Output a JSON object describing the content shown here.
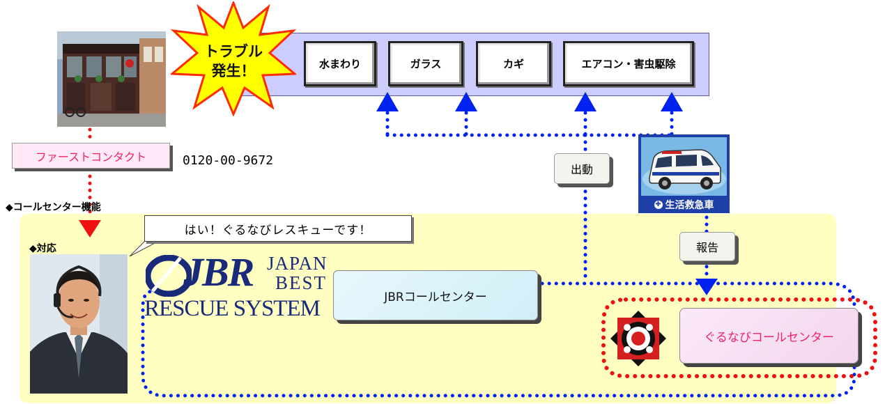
{
  "trouble_badge": {
    "line1": "トラブル",
    "line2": "発生！"
  },
  "categories": [
    {
      "label": "水まわり"
    },
    {
      "label": "ガラス"
    },
    {
      "label": "カギ"
    },
    {
      "label": "エアコン・害虫駆除"
    }
  ],
  "first_contact": {
    "label": "ファーストコンタクト",
    "phone": "0120-00-9672"
  },
  "call_center_heading": "◆コールセンター機能",
  "response_heading": "◆対応",
  "speech_bubble": "はい！ぐるなびレスキューです！",
  "logo": {
    "main": "JBR",
    "line1": "JAPAN",
    "line2": "BEST",
    "line3": "RESCUE SYSTEM"
  },
  "jbr_center": "JBRコールセンター",
  "gurunavi_center": "ぐるなびコールセンター",
  "dispatch_label": "出動",
  "report_label": "報告",
  "van_sign": "生活救急車",
  "colors": {
    "panel_lavender": "#ccccff",
    "star_yellow": "#ffff00",
    "zone_yellow": "#ffffc2",
    "arrow_blue": "#0022ee",
    "arrow_red": "#ee1111",
    "pink_text": "#ee2266",
    "logo_blue": "#1a2a7a"
  }
}
